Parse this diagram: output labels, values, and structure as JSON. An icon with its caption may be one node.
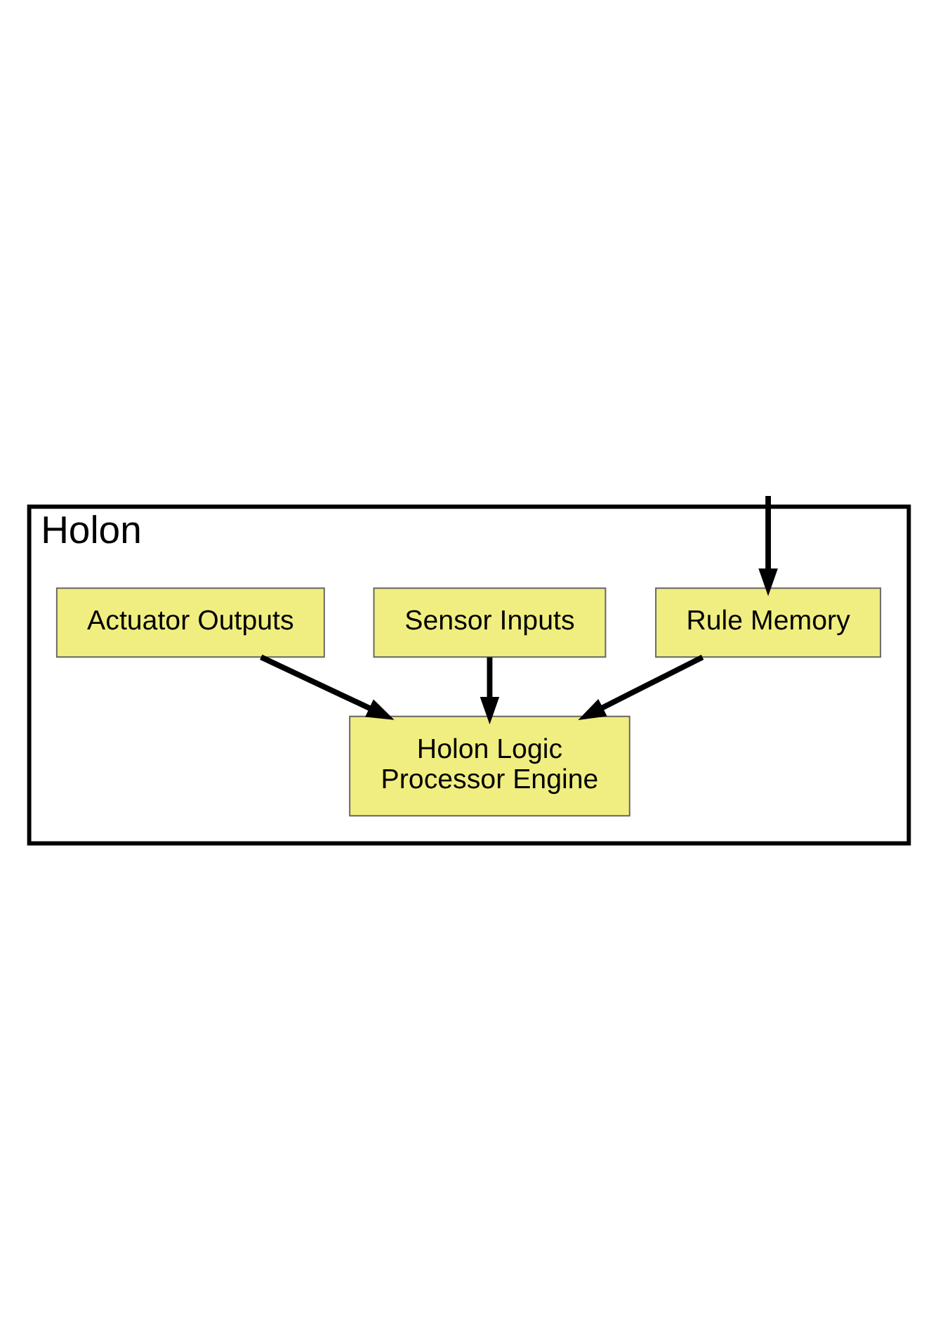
{
  "diagram": {
    "nodes": [
      {
        "text": [
          "Holon"
        ]
      },
      {
        "text": [
          "Rule Memory"
        ],
        "in": 0
      },
      {
        "text": [
          "Sensor Inputs"
        ],
        "in": 0
      },
      {
        "text": [
          "Actuator Outputs"
        ],
        "in": 0
      },
      {
        "text": [
          "Holon Logic Processor Engine"
        ],
        "in": 0
      }
    ],
    "edges": [
      {
        "from": null,
        "to": 1,
        "arrow": "to"
      },
      {
        "from": 1,
        "to": 4,
        "arrow": "to"
      },
      {
        "from": 2,
        "to": 4,
        "arrow": "to"
      },
      {
        "from": 3,
        "to": 4,
        "arrow": "to"
      }
    ]
  }
}
